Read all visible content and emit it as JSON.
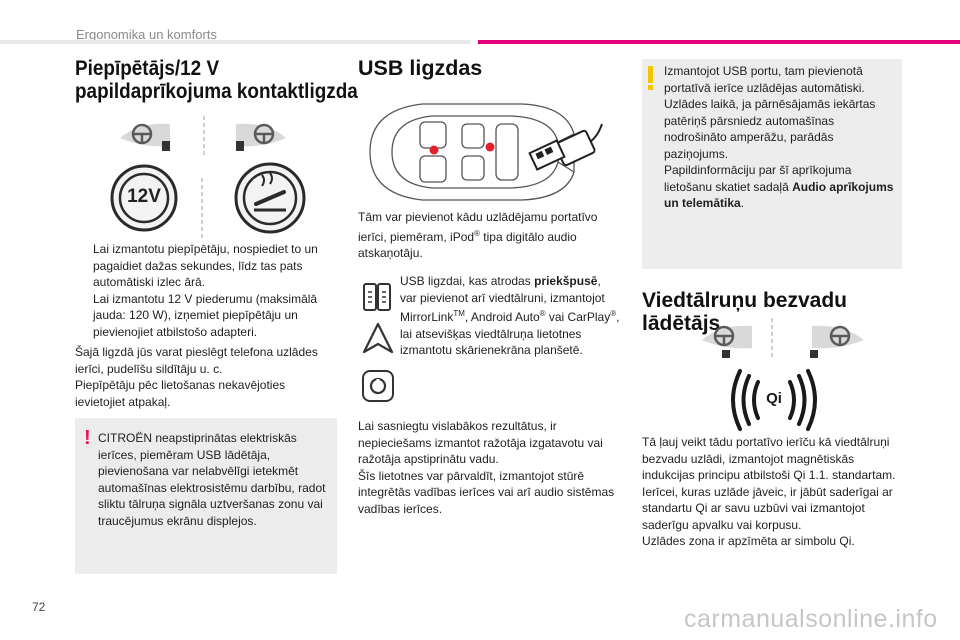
{
  "header": {
    "section": "Ergonomika un komforts"
  },
  "page_number": "72",
  "watermark": "carmanualsonline.info",
  "left": {
    "title_line1": "Piepīpētājs/12 V",
    "title_line2": "papildaprīkojuma kontaktligzda",
    "badge_12v": "12V",
    "bullets": [
      {
        "marker": "",
        "text": "Lai izmantotu piepīpētāju, nospiediet to un pagaidiet dažas sekundes, līdz tas pats automātiski izlec ārā."
      },
      {
        "marker": "",
        "text": "Lai izmantotu 12 V piederumu (maksimālā jauda: 120 W), izņemiet piepīpētāju un pievienojiet atbilstošo adapteri."
      }
    ],
    "paragraph": "Šajā ligzdā jūs varat pieslēgt telefona uzlādes ierīci, pudelīšu sildītāju u. c.\nPiepīpētāju pēc lietošanas nekavējoties ievietojiet atpakaļ.",
    "warning_mark": "!",
    "warning": "CITROËN neapstiprinātas elektriskās ierīces, piemēram USB lādētāja, pievienošana var nelabvēlīgi ietekmēt automašīnas elektrosistēmu darbību, radot sliktu tālruņa signāla uztveršanas zonu vai traucējumus ekrānu displejos."
  },
  "middle": {
    "title": "USB ligzdas",
    "p_intro_a": "Tām var pievienot kādu uzlādējamu portatīvo ierīci, piemēram, iPod",
    "p_intro_sup": "®",
    "p_intro_b": " tipa digitālo audio atskaņotāju.",
    "usb_a": "USB ligzdai, kas atrodas ",
    "usb_bold": "priekšpusē",
    "usb_b": ", var pievienot arī viedtālruni, izmantojot MirrorLink",
    "usb_tm": "TM",
    "usb_c": ", Android Auto",
    "usb_reg1": "®",
    "usb_d": " vai CarPlay",
    "usb_reg2": "®",
    "usb_e": ", lai atsevišķas viedtālruņa lietotnes izmantotu skārienekrāna planšetē.",
    "p_result": "Lai sasniegtu vislabākos rezultātus, ir nepieciešams izmantot ražotāja izgatavotu vai ražotāja apstiprinātu vadu.\nŠīs lietotnes var pārvaldīt, izmantojot stūrē integrētās vadības ierīces vai arī audio sistēmas vadības ierīces."
  },
  "right": {
    "info_mark": "i",
    "info_a": "Izmantojot USB portu, tam pievienotā portatīvā ierīce uzlādējas automātiski.\nUzlādes laikā, ja pārnēsājamās iekārtas patēriņš pārsniedz automašīnas nodrošināto amperāžu, parādās paziņojums.\nPapildinformāciju par šī aprīkojuma lietošanu skatiet sadaļā ",
    "info_bold": "Audio aprīkojums un telemātika",
    "info_b": ".",
    "title_line1": "Viedtālruņu bezvadu",
    "title_line2": "lādētājs",
    "qi_label": "Qi",
    "paragraph": "Tā ļauj veikt tādu portatīvo ierīču kā viedtālruņi bezvadu uzlādi, izmantojot magnētiskās indukcijas principu atbilstoši Qi 1.1. standartam.\nIerīcei, kuras uzlāde jāveic, ir jābūt saderīgai ar standartu Qi ar savu uzbūvi vai izmantojot saderīgu apvalku vai korpusu.\nUzlādes zona ir apzīmēta ar simbolu Qi."
  },
  "colors": {
    "accent": "#e6007e",
    "warning": "#e8145a",
    "info": "#f2c500",
    "box": "#ececec",
    "usb_dot": "#e0202a"
  }
}
